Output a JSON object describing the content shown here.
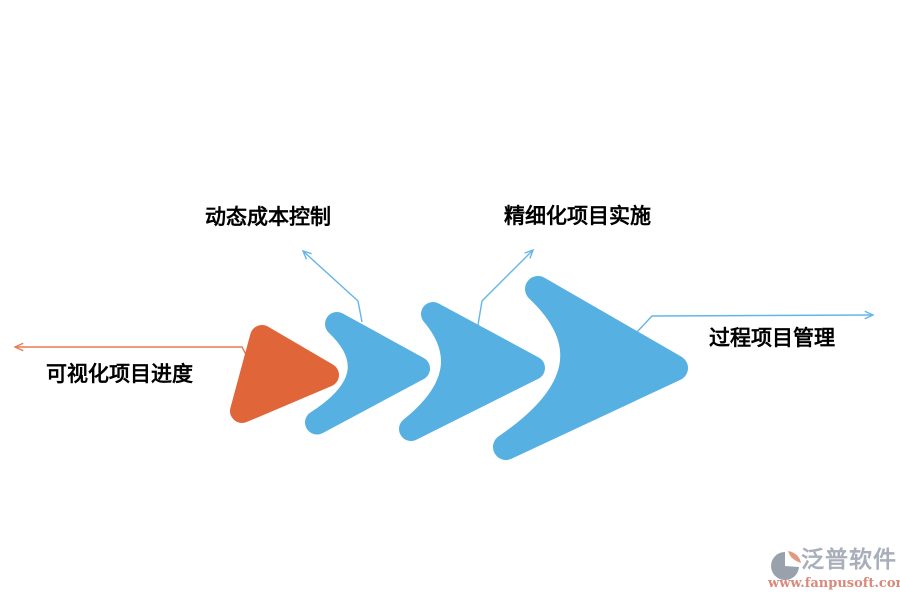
{
  "diagram": {
    "labels": {
      "dynamic_cost_control": "动态成本控制",
      "refined_project_implementation": "精细化项目实施",
      "visual_project_progress": "可视化项目进度",
      "process_project_management": "过程项目管理"
    },
    "colors": {
      "orange_shape": "#e0663a",
      "blue_shape": "#57b0e2",
      "orange_line": "#e87a54",
      "blue_line": "#64b6e8",
      "label_text": "#000000"
    }
  },
  "watermark": {
    "brand": "泛普软件",
    "url": "www.fanpusoft.com",
    "brand_color": "#a9afba",
    "url_color": "#d9897b",
    "icon_gray": "#99a1ad",
    "icon_orange": "#df9a82"
  }
}
